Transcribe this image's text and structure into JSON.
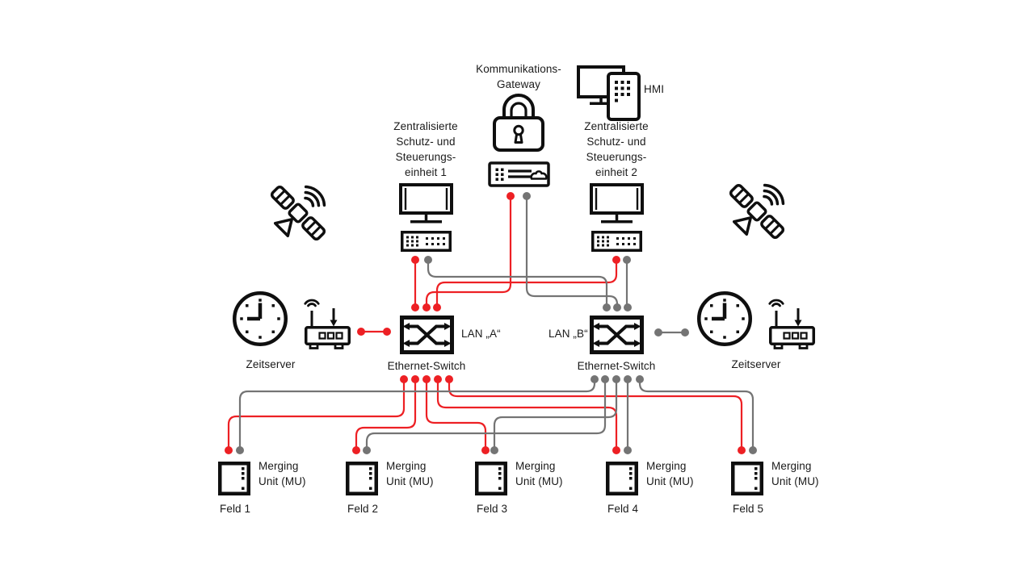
{
  "colors": {
    "lan_a_red": "#ed2024",
    "lan_b_gray": "#747474",
    "icon_ink": "#0f0f0f"
  },
  "icons": {
    "gateway": "padlock-icon + rack-device-cloud-icon",
    "hmi": "monitor-with-tablet-icon",
    "control_unit": "monitor-icon + control-device-icon",
    "time_source": "satellite-icon",
    "zeitserver": "clock-icon + radio-receiver-icon",
    "switch": "ethernet-switch-crossover-icon",
    "merging_unit": "merging-unit-box-icon"
  },
  "nodes": {
    "gateway": {
      "lines": [
        "Kommunikations-",
        "Gateway"
      ]
    },
    "hmi": {
      "label": "HMI"
    },
    "unit1": {
      "lines": [
        "Zentralisierte",
        "Schutz- und",
        "Steuerungs-",
        "einheit 1"
      ]
    },
    "unit2": {
      "lines": [
        "Zentralisierte",
        "Schutz- und",
        "Steuerungs-",
        "einheit 2"
      ]
    },
    "switch_a": {
      "lan_label": "LAN „A“",
      "label": "Ethernet-Switch"
    },
    "switch_b": {
      "lan_label": "LAN „B“",
      "label": "Ethernet-Switch"
    },
    "zeitserver_left": {
      "label": "Zeitserver"
    },
    "zeitserver_right": {
      "label": "Zeitserver"
    },
    "merging_units": [
      {
        "lines": [
          "Merging",
          "Unit (MU)"
        ],
        "feld": "Feld 1"
      },
      {
        "lines": [
          "Merging",
          "Unit (MU)"
        ],
        "feld": "Feld 2"
      },
      {
        "lines": [
          "Merging",
          "Unit (MU)"
        ],
        "feld": "Feld 3"
      },
      {
        "lines": [
          "Merging",
          "Unit (MU)"
        ],
        "feld": "Feld 4"
      },
      {
        "lines": [
          "Merging",
          "Unit (MU)"
        ],
        "feld": "Feld 5"
      }
    ]
  }
}
